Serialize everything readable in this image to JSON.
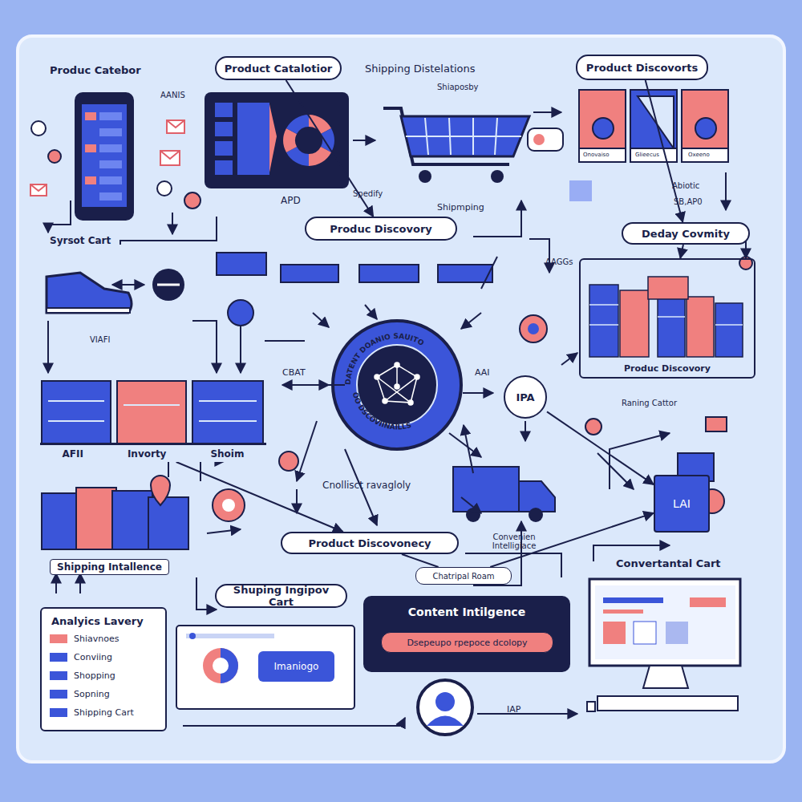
{
  "diagram": {
    "nodes": [
      {
        "text": [
          "Product Catalotior"
        ]
      },
      {
        "text": [
          "Product Discovorts"
        ]
      },
      {
        "text": [
          "Produc Discovory"
        ]
      },
      {
        "text": [
          "Deday Covmity"
        ]
      },
      {
        "text": [
          "AFII",
          "Invorty",
          "Shoim"
        ]
      },
      {
        "text": [
          "IPA"
        ]
      },
      {
        "text": [
          "Produc Discovory"
        ]
      },
      {
        "text": [
          "LAI"
        ]
      },
      {
        "text": [
          "Product Discovonecy"
        ]
      },
      {
        "text": [
          "Chatripal Roam"
        ]
      },
      {
        "text": [
          "Shuping Ingipov Cart"
        ]
      },
      {
        "text": [
          "Analyics Lavery"
        ]
      },
      {
        "text": [
          "Imaniogo"
        ]
      },
      {
        "text": [
          "Content Intilgence"
        ]
      },
      {
        "text": [
          "Dsepeupo rpepoce dcolopy"
        ],
        "in": 13
      }
    ],
    "edges": [
      {
        "from": 1,
        "to": 3,
        "arrow": "to"
      },
      {
        "from": 3,
        "to": 6,
        "arrow": "to"
      },
      {
        "from": 0,
        "to": 2,
        "arrow": "to"
      },
      {
        "from": 5,
        "to": 7,
        "arrow": "to"
      },
      {
        "from": 9,
        "to": 7,
        "arrow": "to"
      },
      {
        "from": 4,
        "to": 8,
        "arrow": "to"
      },
      {
        "from": 8,
        "to": 9,
        "arrow": "none"
      }
    ],
    "labels": [
      "Produc Catebor",
      "Shipping Distelations",
      "Shiaposby",
      "AANIS",
      "APD",
      "Spedify",
      "Shipmping",
      "Abiotic",
      "SB,AP0",
      "Syrsot Cart",
      "AAGGs",
      "VIAFI",
      "CBAT",
      "AAI",
      "Raning Cattor",
      "Cnollisct ravagloly",
      "Convenien Intelligiace",
      "Convertantal Cart",
      "Shipping Intallence",
      "IAP",
      "Onovaiso",
      "Glieecus",
      "Oxeeno",
      "DATENT DOANIO SAUITO",
      "OO DSCOVIINAILLS"
    ],
    "legend": [
      {
        "text": "Shiavnoes",
        "color": "#f0807f"
      },
      {
        "text": "Conviing",
        "color": "#3b55d9"
      },
      {
        "text": "Shopping",
        "color": "#3b55d9"
      },
      {
        "text": "Sopning",
        "color": "#3b55d9"
      },
      {
        "text": "Shipping Cart",
        "color": "#3b55d9"
      }
    ]
  }
}
